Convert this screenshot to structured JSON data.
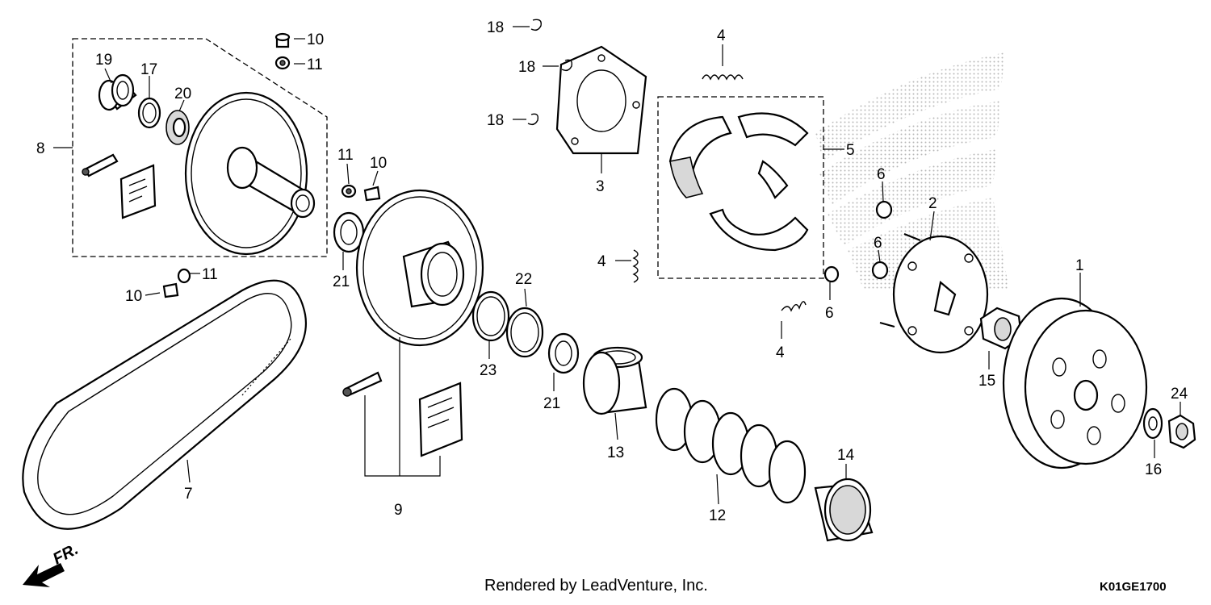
{
  "footer": {
    "credit": "Rendered by LeadVenture, Inc.",
    "code": "K01GE1700"
  },
  "direction_label": "FR.",
  "callouts": {
    "c1": "1",
    "c2": "2",
    "c3": "3",
    "c4a": "4",
    "c4b": "4",
    "c4c": "4",
    "c5": "5",
    "c6a": "6",
    "c6b": "6",
    "c6c": "6",
    "c7": "7",
    "c8": "8",
    "c9": "9",
    "c10a": "10",
    "c10b": "10",
    "c10c": "10",
    "c11a": "11",
    "c11b": "11",
    "c11c": "11",
    "c12": "12",
    "c13": "13",
    "c14": "14",
    "c15": "15",
    "c16": "16",
    "c17": "17",
    "c18a": "18",
    "c18b": "18",
    "c18c": "18",
    "c19": "19",
    "c20": "20",
    "c21a": "21",
    "c21b": "21",
    "c22": "22",
    "c23": "23",
    "c24": "24"
  }
}
